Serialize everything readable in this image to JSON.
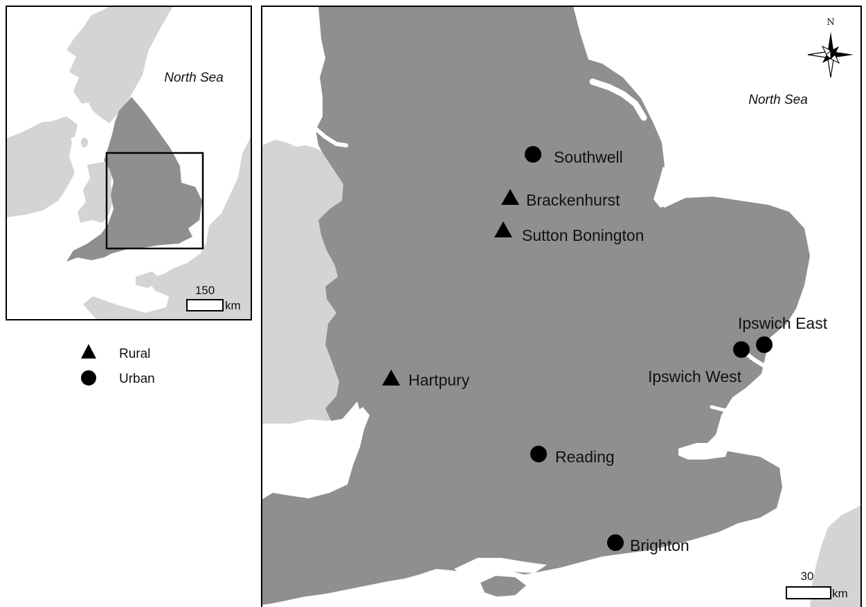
{
  "colors": {
    "land_focus": "#8f8f8f",
    "land_other": "#d4d4d4",
    "sea": "#ffffff",
    "frame": "#000000",
    "marker": "#000000"
  },
  "inset": {
    "sea_label": "North Sea",
    "scale": {
      "value": "150",
      "unit": "km"
    }
  },
  "main": {
    "sea_label": "North Sea",
    "north_label": "N",
    "scale": {
      "value": "30",
      "unit": "km"
    },
    "sites": [
      {
        "name": "Southwell",
        "type": "urban"
      },
      {
        "name": "Brackenhurst",
        "type": "rural"
      },
      {
        "name": "Sutton Bonington",
        "type": "rural"
      },
      {
        "name": "Hartpury",
        "type": "rural"
      },
      {
        "name": "Ipswich East",
        "type": "urban"
      },
      {
        "name": "Ipswich West",
        "type": "urban"
      },
      {
        "name": "Reading",
        "type": "urban"
      },
      {
        "name": "Brighton",
        "type": "urban"
      }
    ]
  },
  "legend": {
    "items": [
      {
        "label": "Rural",
        "symbol": "triangle-icon"
      },
      {
        "label": "Urban",
        "symbol": "circle-icon"
      }
    ]
  }
}
